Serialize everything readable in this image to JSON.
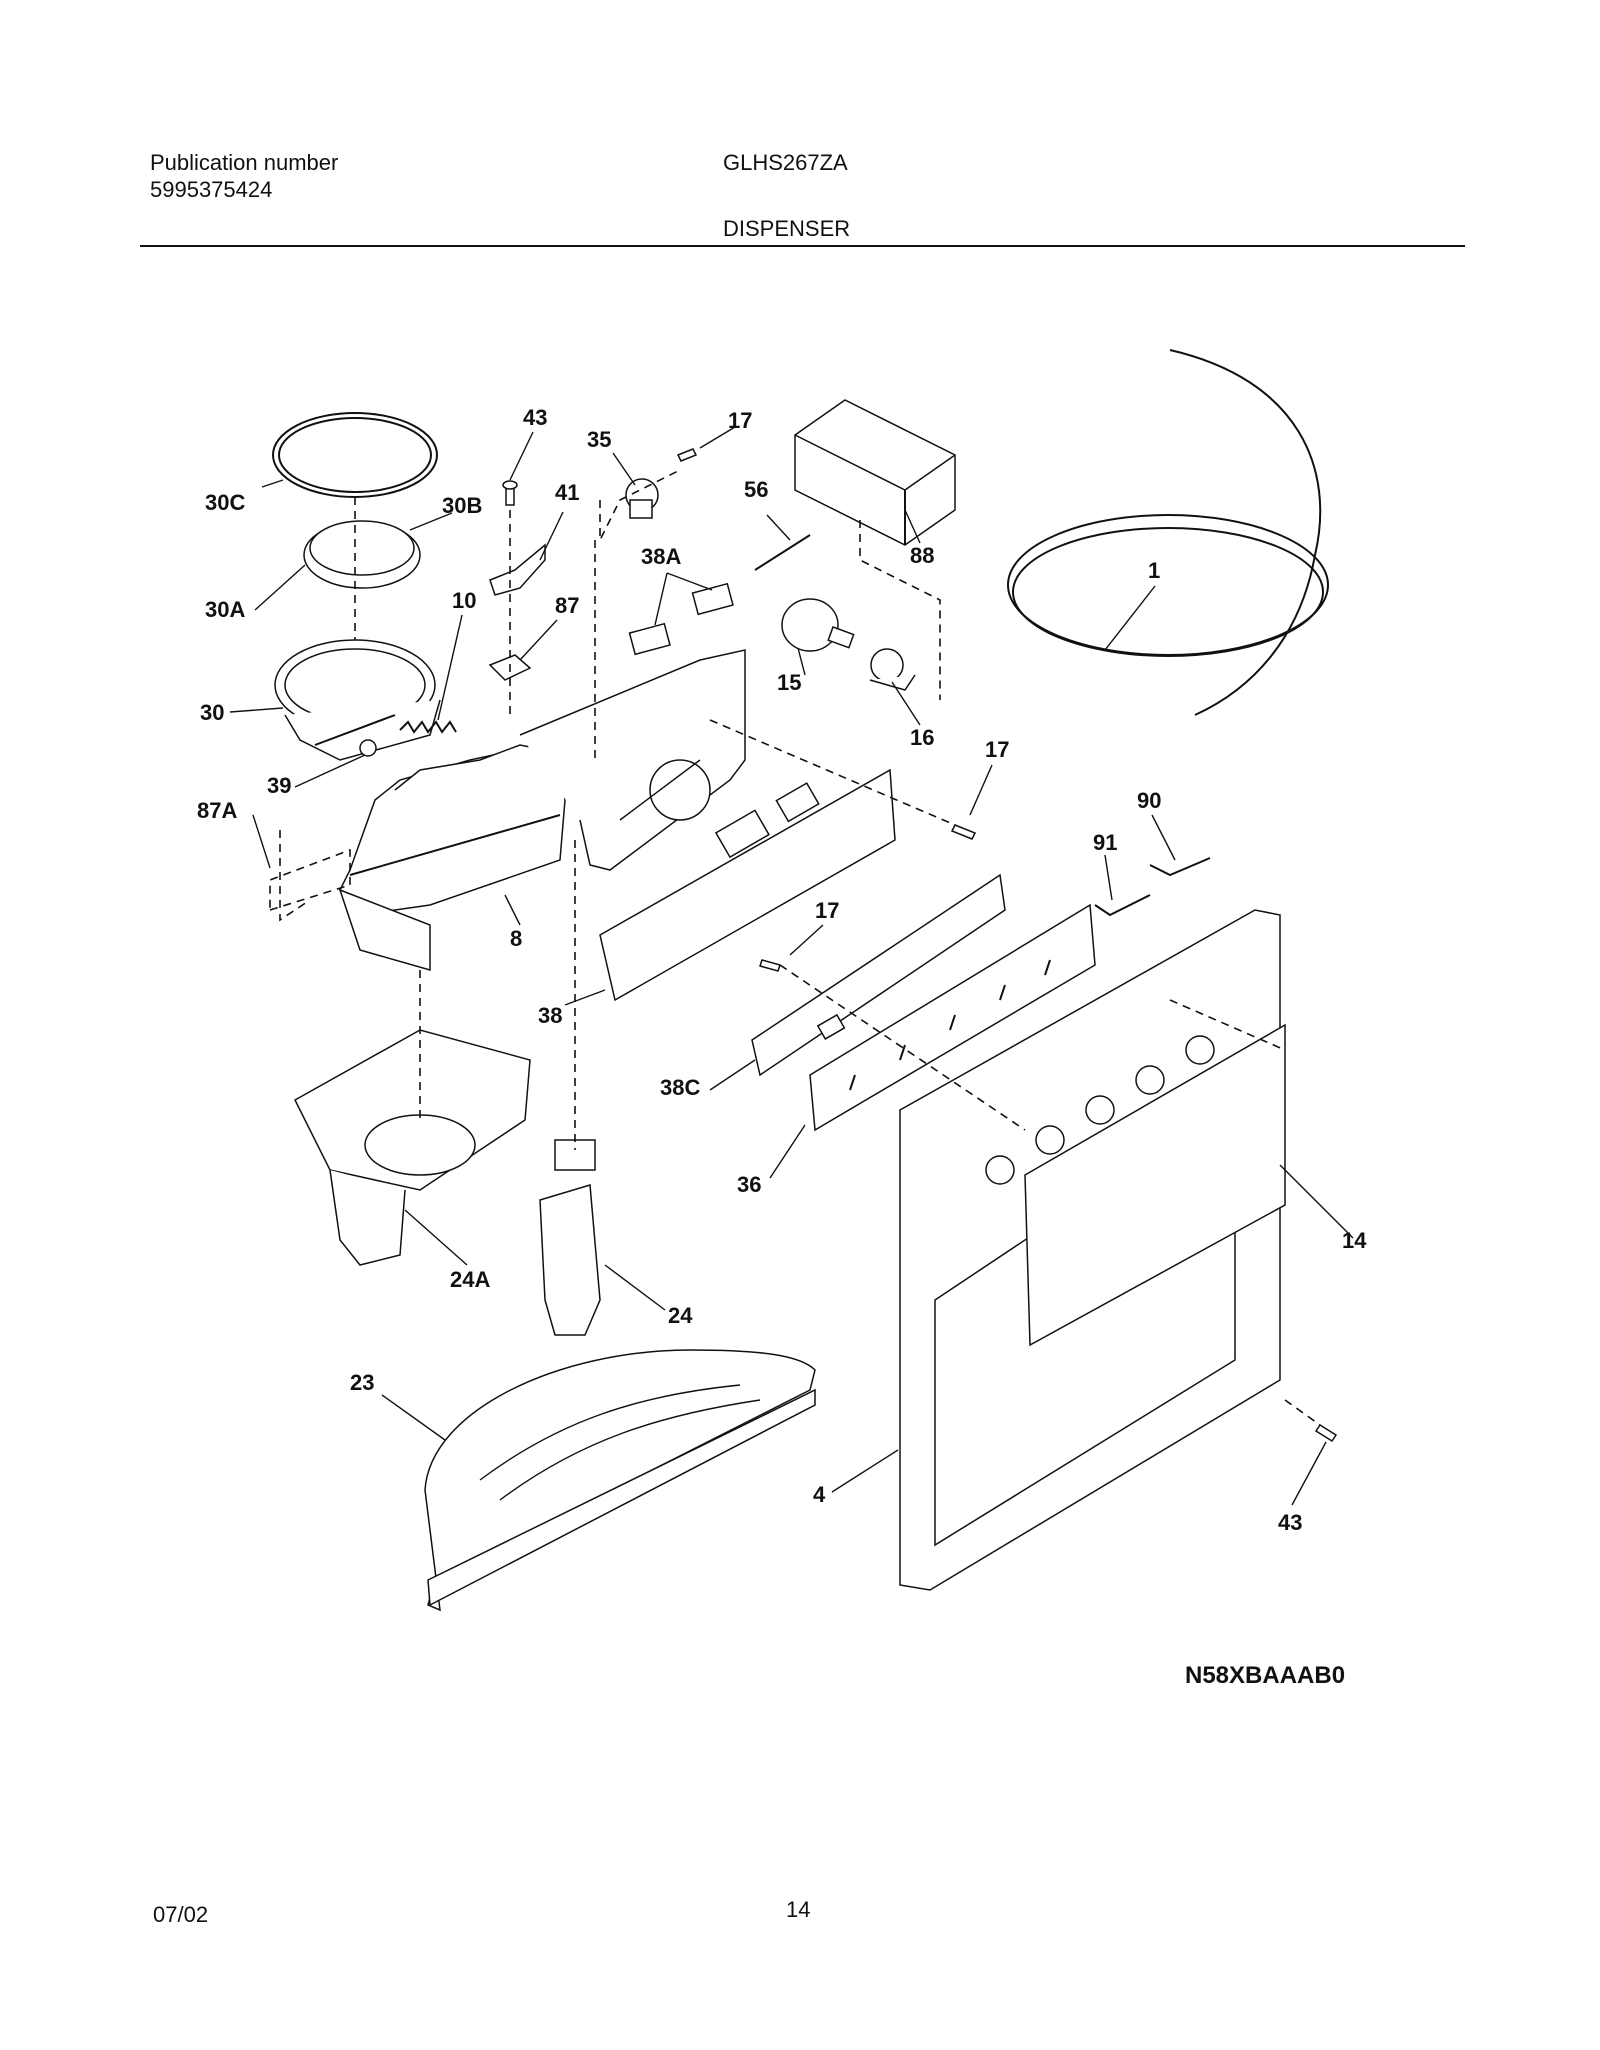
{
  "header": {
    "publication_label": "Publication number",
    "publication_number": "5995375424",
    "model": "GLHS267ZA",
    "section": "DISPENSER"
  },
  "footer": {
    "date": "07/02",
    "page": "14"
  },
  "diagram": {
    "code": "N58XBAAAB0",
    "callouts": [
      "43",
      "35",
      "17",
      "30C",
      "41",
      "30B",
      "56",
      "88",
      "1",
      "38A",
      "30A",
      "10",
      "87",
      "15",
      "16",
      "30",
      "17",
      "39",
      "87A",
      "90",
      "91",
      "8",
      "17",
      "38",
      "38C",
      "36",
      "14",
      "24A",
      "24",
      "23",
      "4",
      "43"
    ]
  }
}
